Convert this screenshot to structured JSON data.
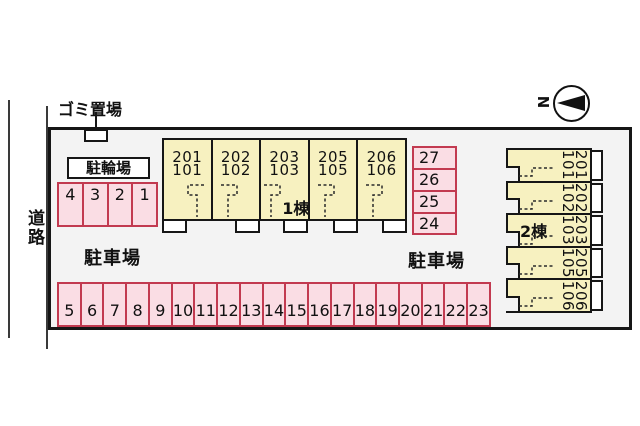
{
  "labels": {
    "road": "道路",
    "garbage": "ゴミ置場",
    "bicycle_parking": "駐輪場",
    "parking_left": "駐車場",
    "parking_right": "駐車場",
    "building1": "1棟",
    "building2": "2棟",
    "compass_north": "N"
  },
  "building1_units": [
    {
      "upper": "201",
      "lower": "101"
    },
    {
      "upper": "202",
      "lower": "102"
    },
    {
      "upper": "203",
      "lower": "103"
    },
    {
      "upper": "205",
      "lower": "105"
    },
    {
      "upper": "206",
      "lower": "106"
    }
  ],
  "building2_units": [
    {
      "upper": "201",
      "lower": "101"
    },
    {
      "upper": "202",
      "lower": "102"
    },
    {
      "upper": "203",
      "lower": "103"
    },
    {
      "upper": "205",
      "lower": "105"
    },
    {
      "upper": "206",
      "lower": "106"
    }
  ],
  "parking_spaces": {
    "west": [
      "4",
      "3",
      "2",
      "1"
    ],
    "east": [
      "27",
      "26",
      "25",
      "24"
    ],
    "south": [
      "5",
      "6",
      "7",
      "8",
      "9",
      "10",
      "11",
      "12",
      "13",
      "14",
      "15",
      "16",
      "17",
      "18",
      "19",
      "20",
      "21",
      "22",
      "23"
    ]
  },
  "colors": {
    "site_fill": "#f3f3f3",
    "building_fill": "#f7f1c0",
    "parking_fill": "#fadde4",
    "parking_border": "#c23a50",
    "outline": "#161616"
  }
}
